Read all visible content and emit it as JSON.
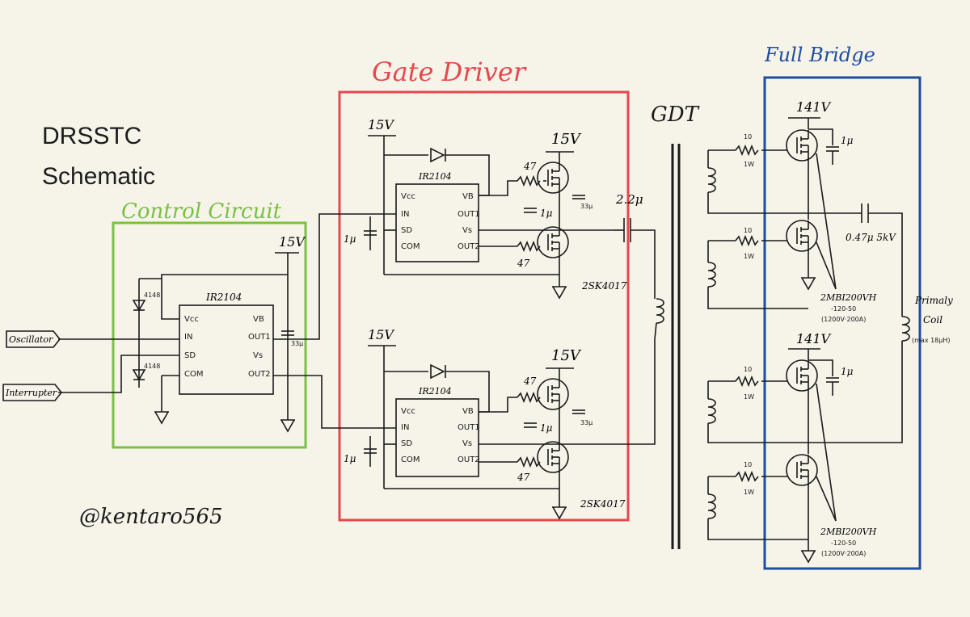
{
  "title": {
    "line1": "DRSSTC",
    "line2": "Schematic"
  },
  "sections": {
    "control": {
      "label": "Control Circuit",
      "color": "#7ac142"
    },
    "gate_driver": {
      "label": "Gate Driver",
      "color": "#e5484d"
    },
    "gdt": {
      "label": "GDT"
    },
    "full_bridge": {
      "label": "Full Bridge",
      "color": "#1f4ea0"
    }
  },
  "control_circuit": {
    "supply": "15V",
    "ic": {
      "name": "IR2104",
      "pins_left": [
        "Vcc",
        "IN",
        "SD",
        "COM"
      ],
      "pins_right": [
        "VB",
        "OUT1",
        "Vs",
        "OUT2"
      ]
    },
    "diode_top": "4148",
    "diode_bottom": "4148",
    "cap": "33μ",
    "inputs": {
      "oscillator": "Oscillator",
      "interrupter": "Interrupter"
    }
  },
  "gate_driver": {
    "upper": {
      "supply_main": "15V",
      "supply_mosfet": "15V",
      "ic": "IR2104",
      "pins_left": [
        "Vcc",
        "IN",
        "SD",
        "COM"
      ],
      "pins_right": [
        "VB",
        "OUT1",
        "Vs",
        "OUT2"
      ],
      "r_top": "47",
      "r_bot": "47",
      "c_boot": "1μ",
      "c_in": "1μ",
      "c_bulk": "33μ",
      "mosfet": "2SK4017"
    },
    "lower": {
      "supply_main": "15V",
      "supply_mosfet": "15V",
      "ic": "IR2104",
      "pins_left": [
        "Vcc",
        "IN",
        "SD",
        "COM"
      ],
      "pins_right": [
        "VB",
        "OUT1",
        "Vs",
        "OUT2"
      ],
      "r_top": "47",
      "r_bot": "47",
      "c_boot": "1μ",
      "c_in": "1μ",
      "c_bulk": "33μ",
      "mosfet": "2SK4017"
    },
    "coupling_cap": "2.2μ"
  },
  "full_bridge": {
    "upper": {
      "supply": "141V",
      "r_top": "10",
      "r_top_w": "1W",
      "r_bot": "10",
      "r_bot_w": "1W",
      "c_snub": "1μ",
      "igbt": "2MBI200VH",
      "igbt_spec1": "-120-50",
      "igbt_spec2": "(1200V·200A)"
    },
    "lower": {
      "supply": "141V",
      "r_top": "10",
      "r_top_w": "1W",
      "r_bot": "10",
      "r_bot_w": "1W",
      "c_snub": "1μ",
      "igbt": "2MBI200VH",
      "igbt_spec1": "-120-50",
      "igbt_spec2": "(1200V·200A)"
    },
    "dc_block_cap": "0.47μ 5kV",
    "primary": {
      "label1": "Primaly",
      "label2": "Coil",
      "label3": "(max 18μH)"
    }
  },
  "signature": "@kentaro565"
}
